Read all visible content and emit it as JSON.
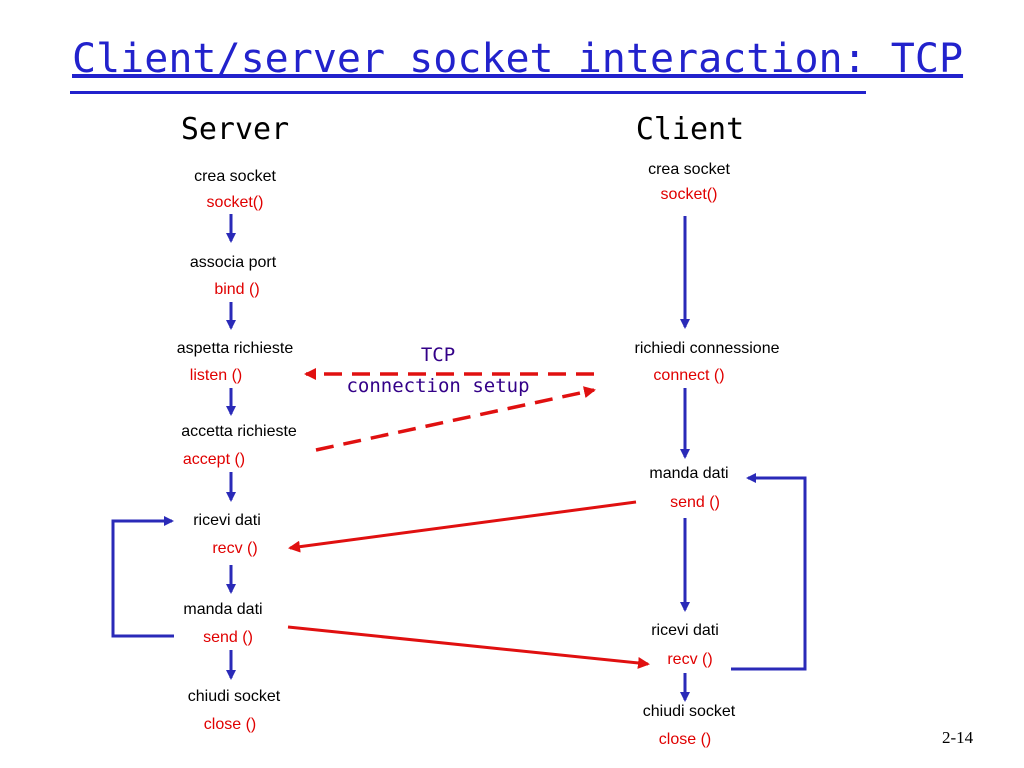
{
  "slide": {
    "title": "Client/server socket interaction: TCP",
    "page_number": "2-14"
  },
  "server": {
    "heading": "Server",
    "steps": [
      {
        "label": "crea socket",
        "call": "socket()"
      },
      {
        "label": "associa port",
        "call": "bind ()"
      },
      {
        "label": "aspetta richieste",
        "call": "listen ()"
      },
      {
        "label": "accetta richieste",
        "call": "accept ()"
      },
      {
        "label": "ricevi dati",
        "call": "recv ()"
      },
      {
        "label": "manda dati",
        "call": "send ()"
      },
      {
        "label": "chiudi socket",
        "call": "close ()"
      }
    ]
  },
  "client": {
    "heading": "Client",
    "steps": [
      {
        "label": "crea socket",
        "call": "socket()"
      },
      {
        "label": "richiedi connessione",
        "call": "connect ()"
      },
      {
        "label": "manda dati",
        "call": "send ()"
      },
      {
        "label": "ricevi dati",
        "call": "recv ()"
      },
      {
        "label": "chiudi socket",
        "call": "close ()"
      }
    ]
  },
  "connection": {
    "line1": "TCP",
    "line2": "connection setup"
  },
  "colors": {
    "title": "#2222cc",
    "flow_arrow": "#2a2ab8",
    "message_arrow": "#e01010",
    "function_text": "#e00000",
    "setup_text": "#330088"
  }
}
